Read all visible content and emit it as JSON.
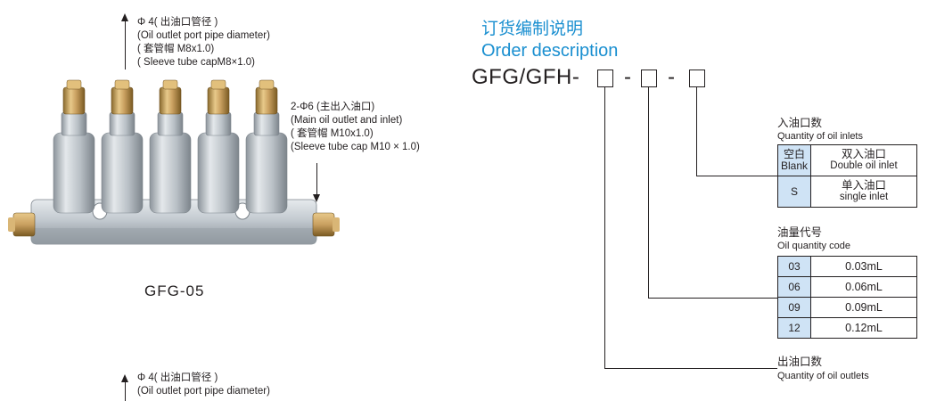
{
  "product": {
    "image_caption": "GFG-05",
    "top_note": {
      "l1": "Φ 4( 出油口管径 )",
      "l2": "(Oil outlet port pipe diameter)",
      "l3": "( 套管帽 M8x1.0)",
      "l4": "( Sleeve tube capM8×1.0)"
    },
    "side_note": {
      "l1": "2-Φ6 (主出入油口)",
      "l2": "(Main oil outlet and inlet)",
      "l3": "( 套管帽 M10x1.0)",
      "l4": "(Sleeve tube cap M10 × 1.0)"
    },
    "bottom_note": {
      "l1": "Φ 4( 出油口管径 )",
      "l2": "(Oil outlet port pipe diameter)"
    }
  },
  "order": {
    "title_cn": "订货编制说明",
    "title_en": "Order description",
    "code_prefix": "GFG/GFH-",
    "dash": "-",
    "inlets": {
      "label_cn": "入油口数",
      "label_en": "Quantity of oil inlets",
      "rows": [
        {
          "key_cn": "空白",
          "key_en": "Blank",
          "val_cn": "双入油口",
          "val_en": "Double oil inlet"
        },
        {
          "key": "S",
          "val_cn": "单入油口",
          "val_en": "single inlet"
        }
      ]
    },
    "oil_code": {
      "label_cn": "油量代号",
      "label_en": "Oil quantity code",
      "rows": [
        {
          "code": "03",
          "value": "0.03mL"
        },
        {
          "code": "06",
          "value": "0.06mL"
        },
        {
          "code": "09",
          "value": "0.09mL"
        },
        {
          "code": "12",
          "value": "0.12mL"
        }
      ]
    },
    "outlets": {
      "label_cn": "出油口数",
      "label_en": "Quantity of oil outlets"
    }
  },
  "colors": {
    "heading_blue": "#1a8fd0",
    "table_key_fill": "#cfe3f5",
    "brass": "#c9a060",
    "metal": "#b9c0c6"
  }
}
